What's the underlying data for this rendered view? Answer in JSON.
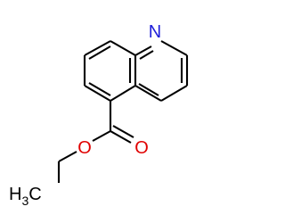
{
  "molecule": {
    "atoms": {
      "nitrogen": {
        "label": "N",
        "color": "#1f1fd9"
      },
      "carbonyl_oxygen": {
        "label": "O",
        "color": "#e00000"
      },
      "ester_oxygen": {
        "label": "O",
        "color": "#e00000"
      },
      "methyl": {
        "label": "H",
        "subscript": "3",
        "suffix": "C",
        "color": "#000000"
      }
    },
    "bond_color": "#000000"
  }
}
